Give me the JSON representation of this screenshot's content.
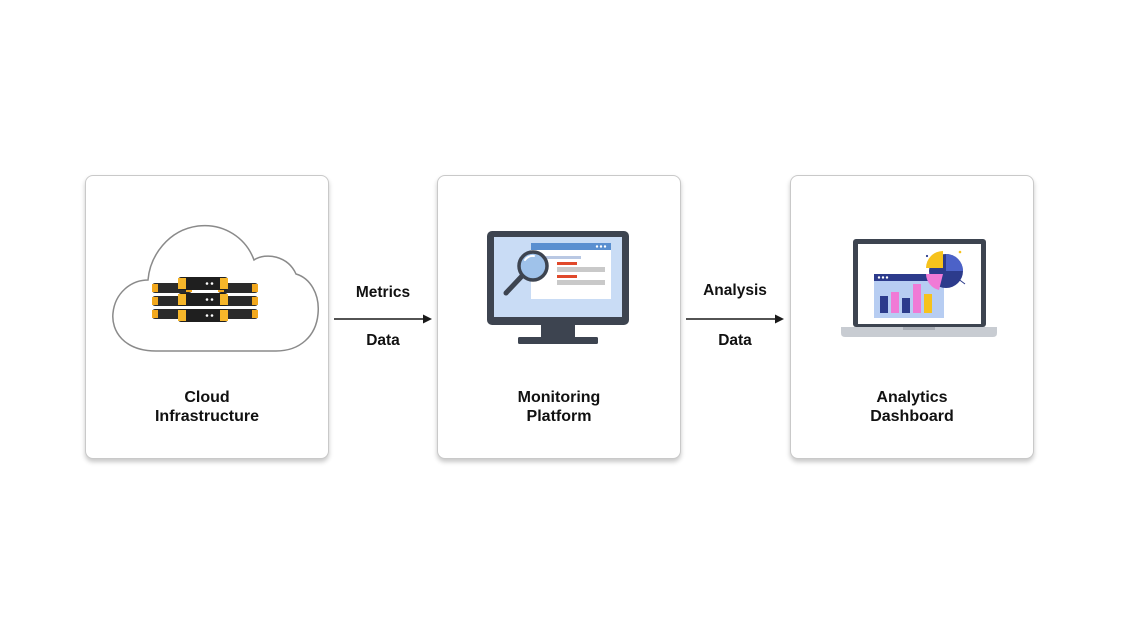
{
  "nodes": [
    {
      "id": "cloud",
      "line1": "Cloud",
      "line2": "Infrastructure",
      "icon": "cloud-server-icon"
    },
    {
      "id": "monitoring",
      "line1": "Monitoring",
      "line2": "Platform",
      "icon": "monitor-magnifier-icon"
    },
    {
      "id": "analytics",
      "line1": "Analytics",
      "line2": "Dashboard",
      "icon": "laptop-chart-icon"
    }
  ],
  "edges": [
    {
      "from": "cloud",
      "to": "monitoring",
      "top_label": "Metrics",
      "bottom_label": "Data"
    },
    {
      "from": "monitoring",
      "to": "analytics",
      "top_label": "Analysis",
      "bottom_label": "Data"
    }
  ],
  "colors": {
    "card_border": "#c9c9c9",
    "text": "#111111",
    "arrow": "#1a1a1a",
    "server_gold": "#f2a81d",
    "server_dark": "#2b2b2b",
    "monitor_frame": "#3d4450",
    "screen_blue": "#c9dcf5",
    "accent_red": "#e0492b",
    "chart_bar_navy": "#2c3b8c",
    "chart_bar_pink": "#f07ad6",
    "chart_bar_yellow": "#f6c21c"
  }
}
